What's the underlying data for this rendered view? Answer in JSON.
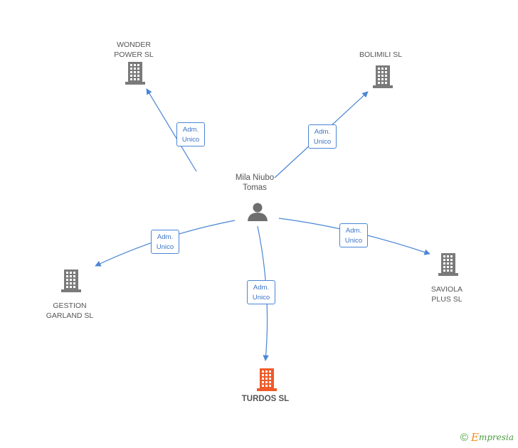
{
  "center": {
    "name": "Mila Niubo\nTomas",
    "icon": "person-icon"
  },
  "companies": [
    {
      "id": "wonder",
      "name": "WONDER\nPOWER SL",
      "highlight": false
    },
    {
      "id": "bolimili",
      "name": "BOLIMILI SL",
      "highlight": false
    },
    {
      "id": "gestion",
      "name": "GESTION\nGARLAND SL",
      "highlight": false
    },
    {
      "id": "saviola",
      "name": "SAVIOLA\nPLUS SL",
      "highlight": false
    },
    {
      "id": "turdos",
      "name": "TURDOS SL",
      "highlight": true
    }
  ],
  "edges": [
    {
      "to": "wonder",
      "label": "Adm.\nUnico"
    },
    {
      "to": "bolimili",
      "label": "Adm.\nUnico"
    },
    {
      "to": "gestion",
      "label": "Adm.\nUnico"
    },
    {
      "to": "saviola",
      "label": "Adm.\nUnico"
    },
    {
      "to": "turdos",
      "label": "Adm.\nUnico"
    }
  ],
  "colors": {
    "edge": "#4a86d4",
    "building": "#7a7a7a",
    "building_highlight": "#f05a28",
    "person": "#6e6e6e"
  },
  "footer": {
    "copyright": "©",
    "brand_first": "E",
    "brand_rest": "mpresia"
  }
}
